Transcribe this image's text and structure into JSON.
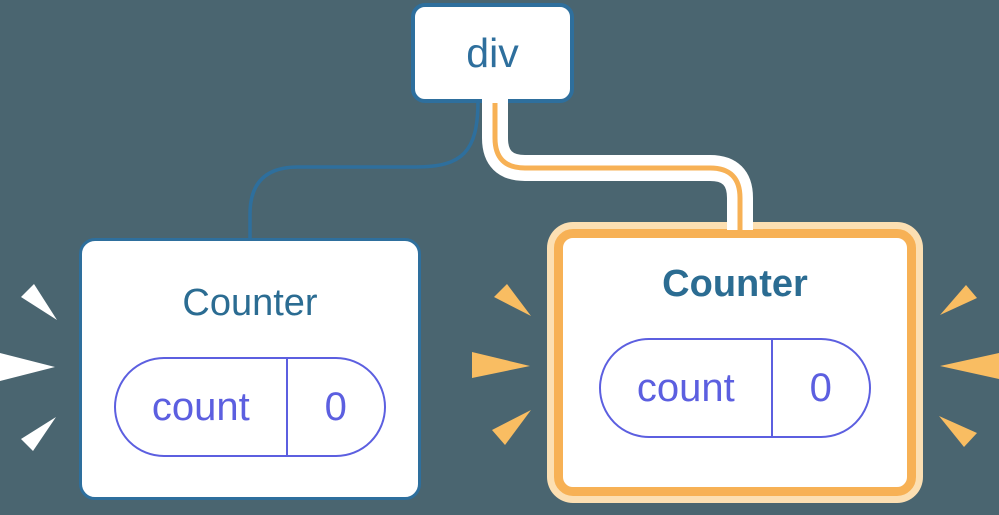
{
  "diagram": {
    "description": "React component tree: a div root with two Counter children; the right Counter is highlighted as re-rendered",
    "root": {
      "label": "div"
    },
    "children": [
      {
        "label": "Counter",
        "highlighted": false,
        "state": {
          "key": "count",
          "value": "0"
        }
      },
      {
        "label": "Counter",
        "highlighted": true,
        "state": {
          "key": "count",
          "value": "0"
        }
      }
    ],
    "colors": {
      "background": "#4A6570",
      "node_border_blue": "#2E6F9D",
      "title_blue": "#2B6C92",
      "state_purple": "#5C5FE0",
      "highlight_orange": "#F7B155",
      "highlight_ring_peach": "#FCDFB2",
      "burst_orange": "#F9BD62",
      "burst_white": "#FFFFFF",
      "card_fill": "#FFFFFF"
    }
  }
}
